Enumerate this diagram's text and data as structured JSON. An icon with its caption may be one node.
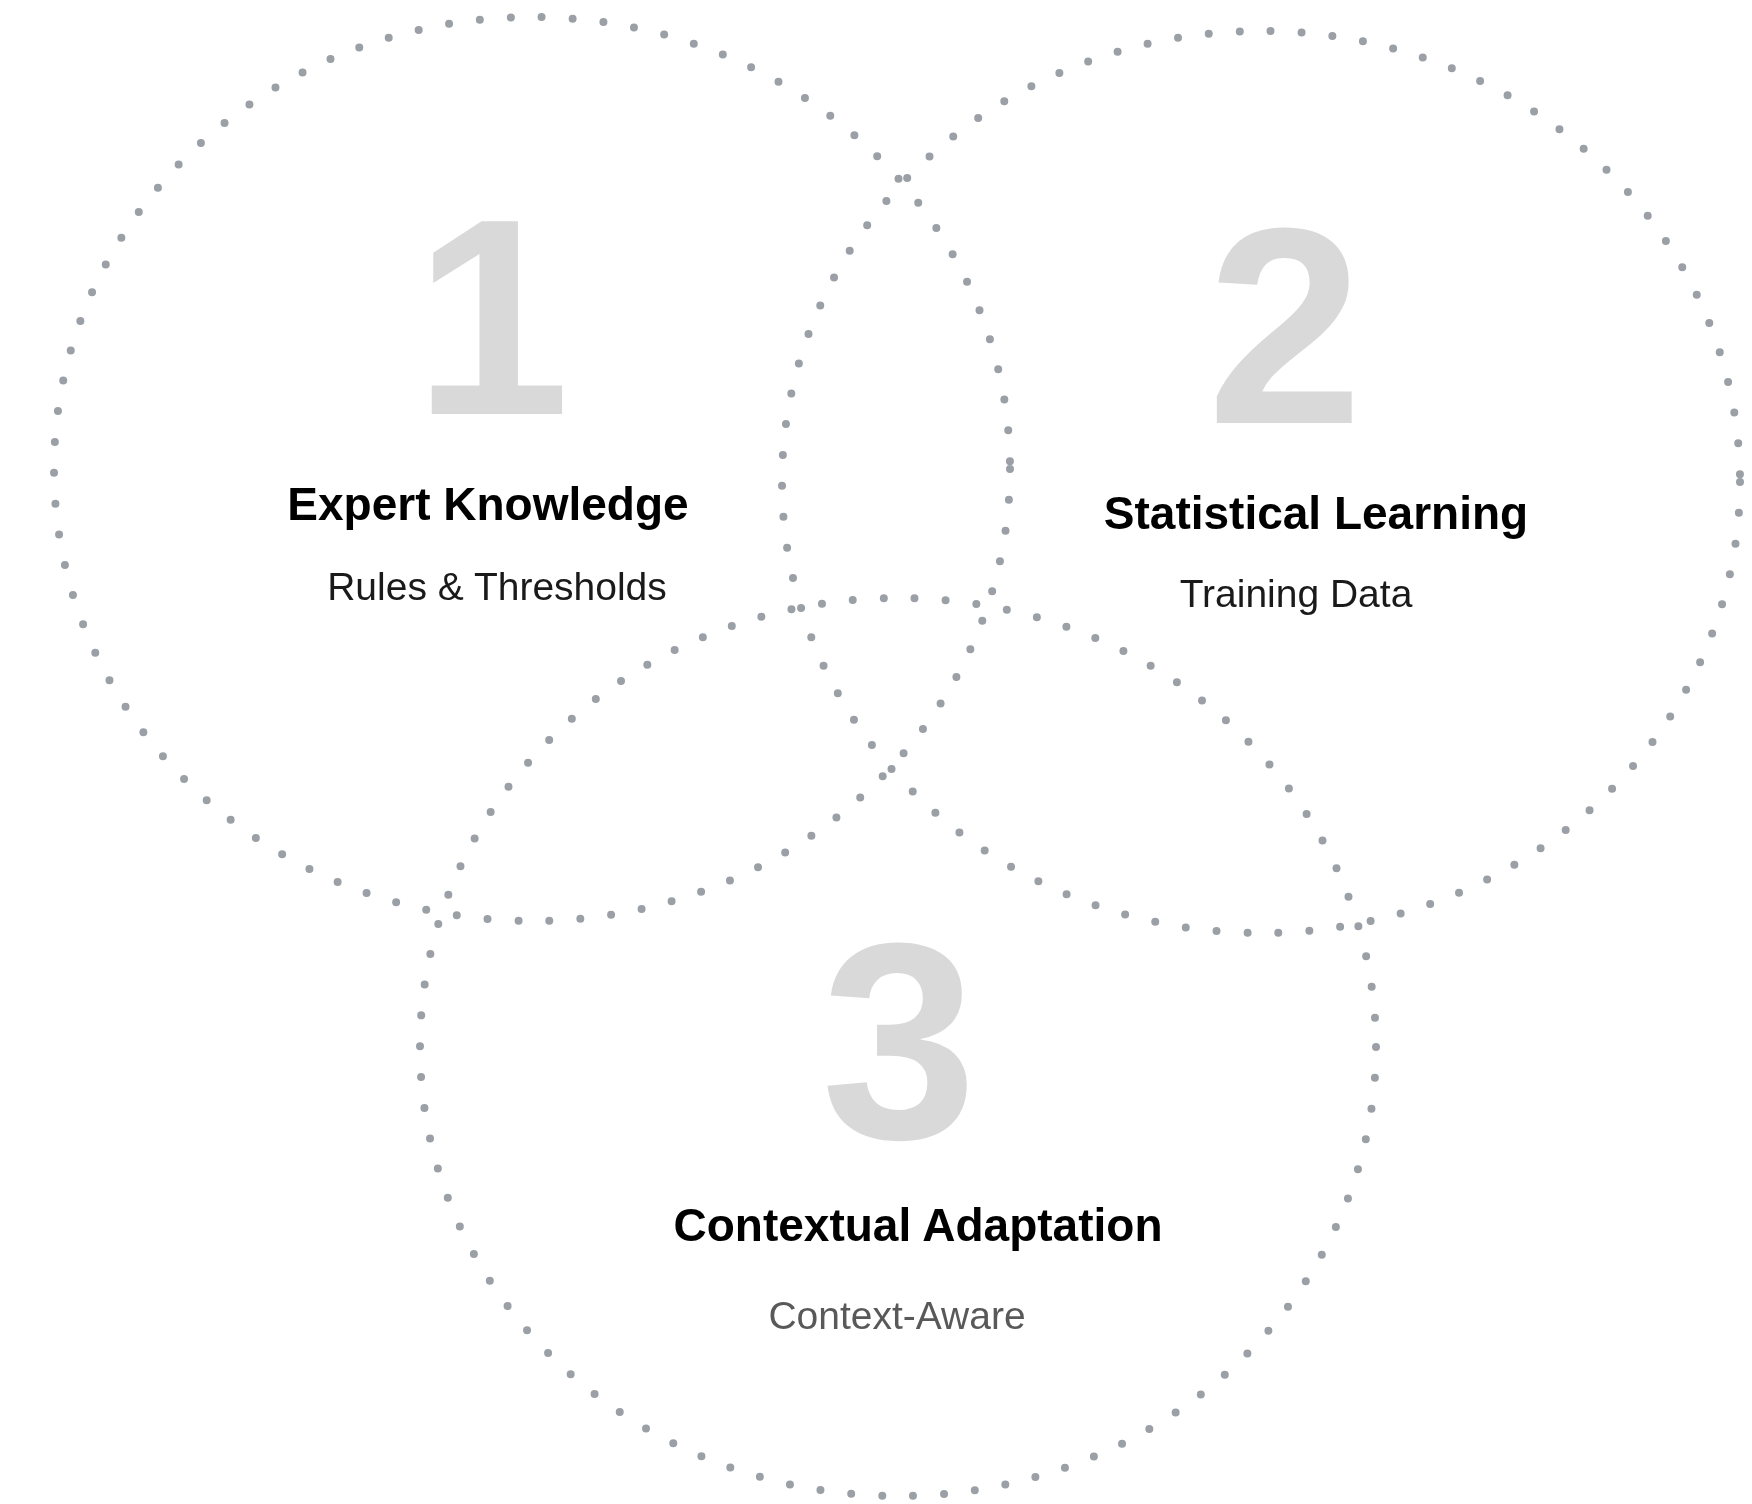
{
  "diagram": {
    "nodes": [
      {
        "text": [
          "1",
          "Expert Knowledge",
          "Rules & Thresholds"
        ]
      },
      {
        "text": [
          "2",
          "Statistical Learning",
          "Training Data"
        ]
      },
      {
        "text": [
          "3",
          "Contextual Adaptation",
          "Context-Aware"
        ]
      }
    ]
  }
}
